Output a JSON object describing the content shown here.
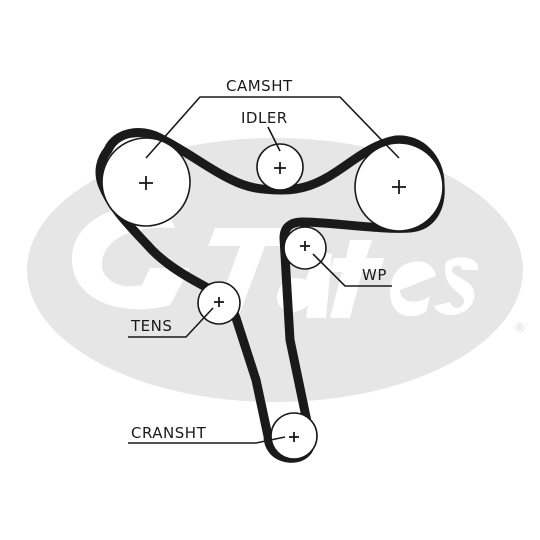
{
  "labels": {
    "camshaft": "CAMSHT",
    "idler": "IDLER",
    "water_pump": "WP",
    "tensioner": "TENS",
    "crankshaft": "CRANSHT"
  },
  "watermark": {
    "registered_mark": "®"
  },
  "colors": {
    "line": "#1a1a1a",
    "watermark": "#e6e6e6",
    "background": "#ffffff"
  }
}
